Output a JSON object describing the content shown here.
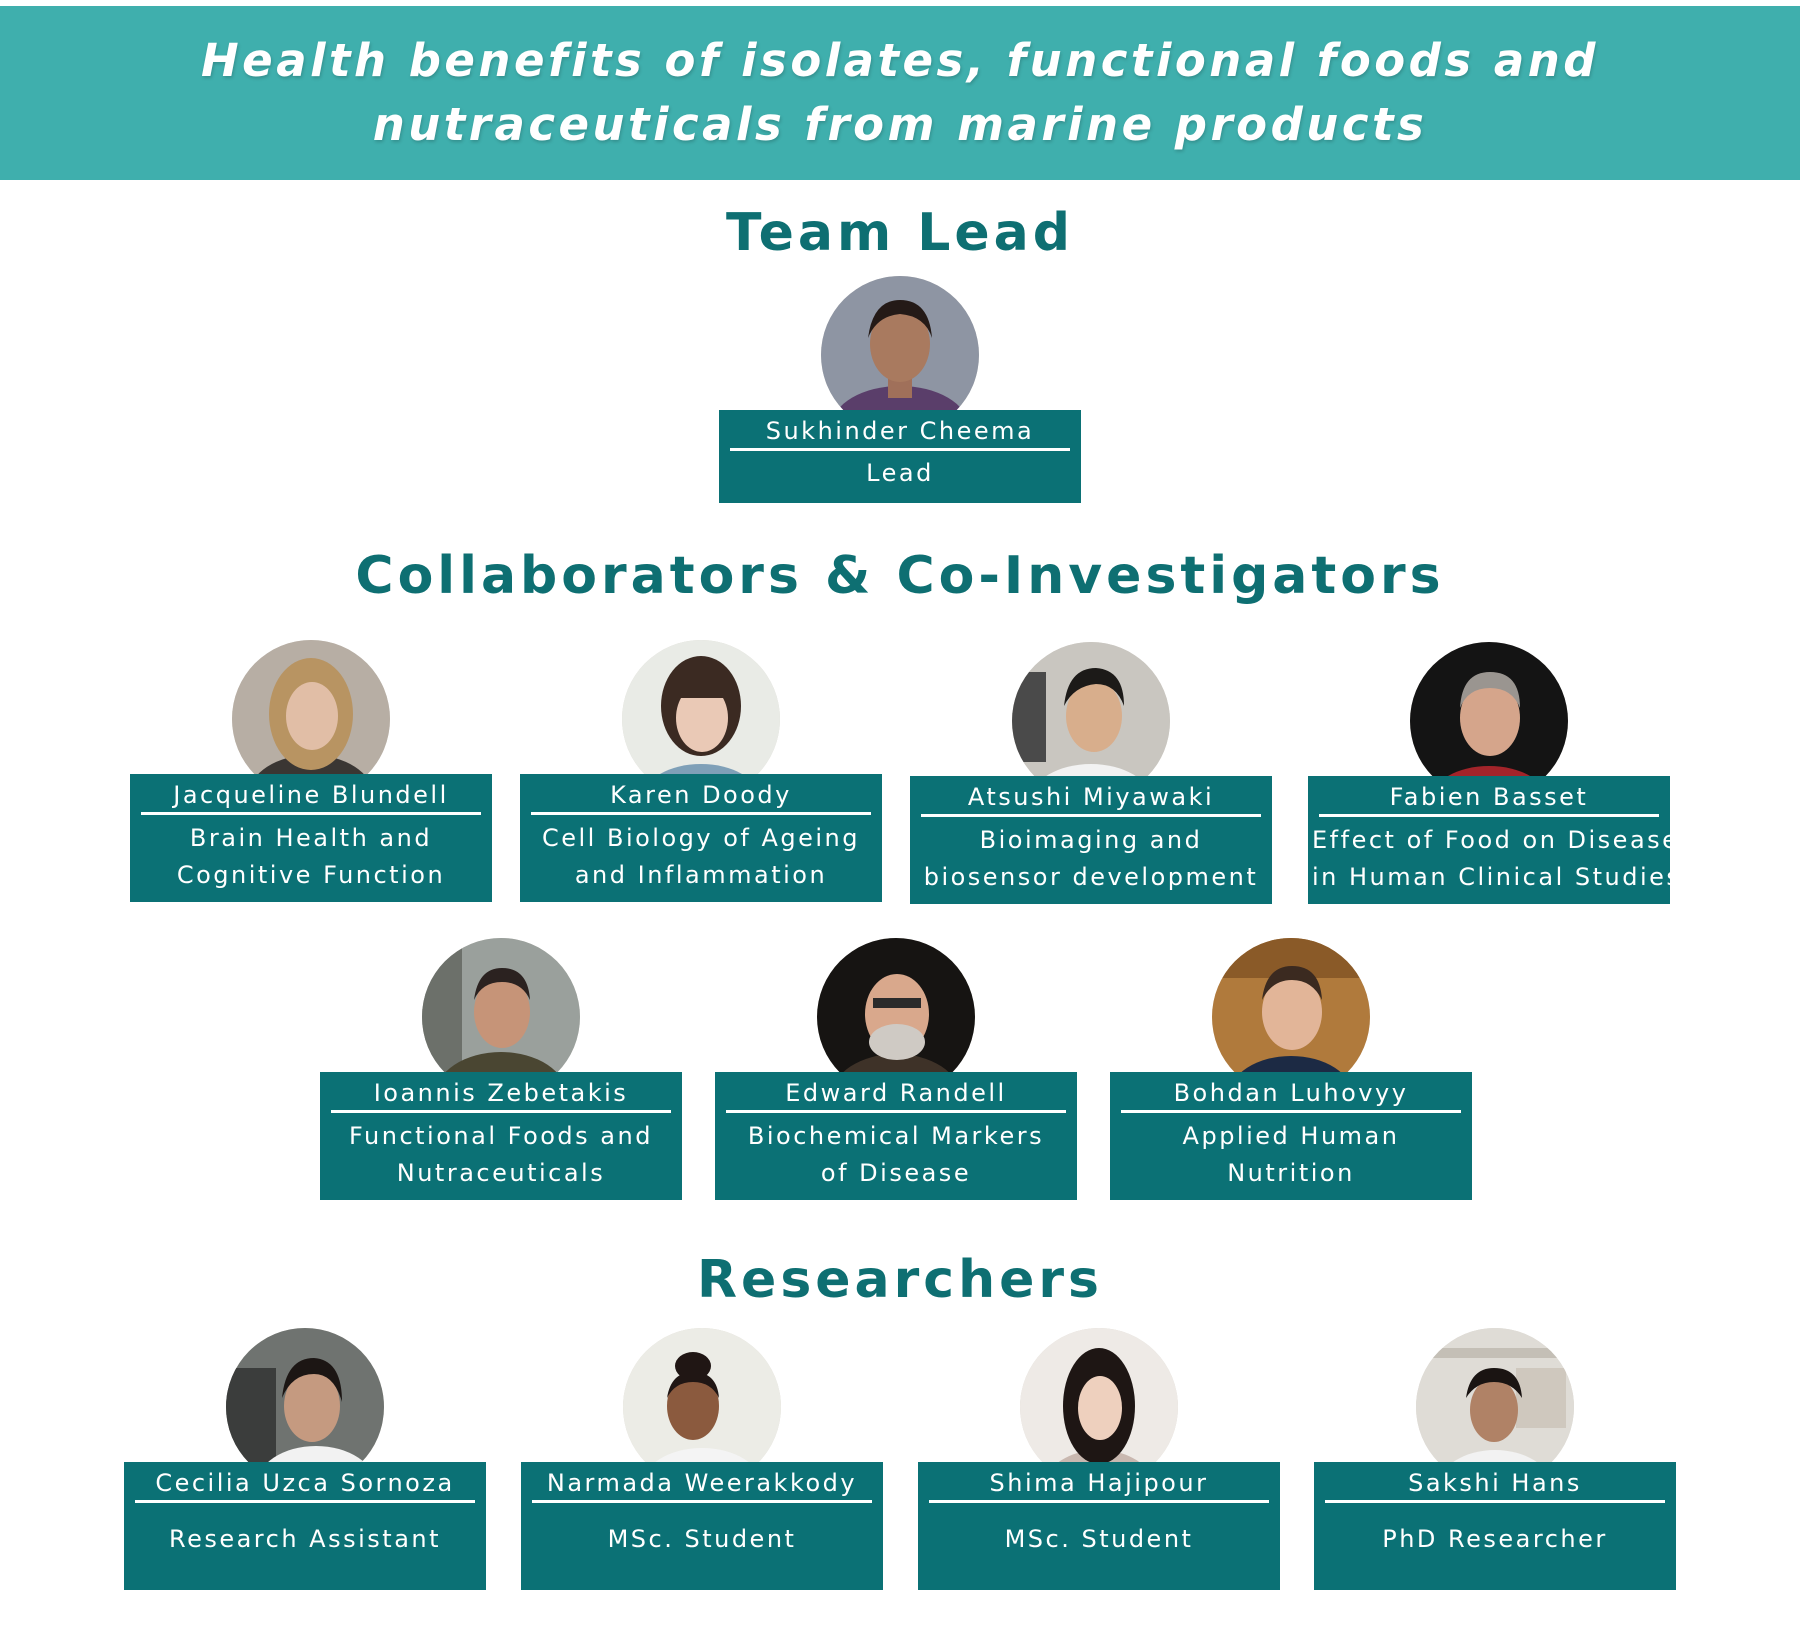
{
  "banner": {
    "line1": "Health benefits of isolates, functional foods and",
    "line2": "nutraceuticals from marine products",
    "background": "#3fafad"
  },
  "accent_color": "#0b7175",
  "sections": {
    "team_lead": "Team Lead",
    "collaborators": "Collaborators & Co-Investigators",
    "researchers": "Researchers"
  },
  "lead": {
    "name": "Sukhinder Cheema",
    "role": "Lead"
  },
  "collaborators": [
    {
      "name": "Jacqueline Blundell",
      "role_line1": "Brain Health and",
      "role_line2": "Cognitive Function"
    },
    {
      "name": "Karen Doody",
      "role_line1": "Cell Biology of Ageing",
      "role_line2": "and Inflammation"
    },
    {
      "name": "Atsushi Miyawaki",
      "role_line1": "Bioimaging and",
      "role_line2": "biosensor development"
    },
    {
      "name": "Fabien Basset",
      "role_line1": "Effect of Food on Disease",
      "role_line2": "in Human Clinical Studies"
    },
    {
      "name": "Ioannis Zebetakis",
      "role_line1": "Functional Foods and",
      "role_line2": "Nutraceuticals"
    },
    {
      "name": "Edward Randell",
      "role_line1": "Biochemical Markers",
      "role_line2": "of Disease"
    },
    {
      "name": "Bohdan Luhovyy",
      "role_line1": "Applied Human",
      "role_line2": "Nutrition"
    }
  ],
  "researchers": [
    {
      "name": "Cecilia Uzca Sornoza",
      "role": "Research Assistant"
    },
    {
      "name": "Narmada Weerakkody",
      "role": "MSc. Student"
    },
    {
      "name": "Shima Hajipour",
      "role": "MSc. Student"
    },
    {
      "name": "Sakshi Hans",
      "role": "PhD Researcher"
    }
  ]
}
